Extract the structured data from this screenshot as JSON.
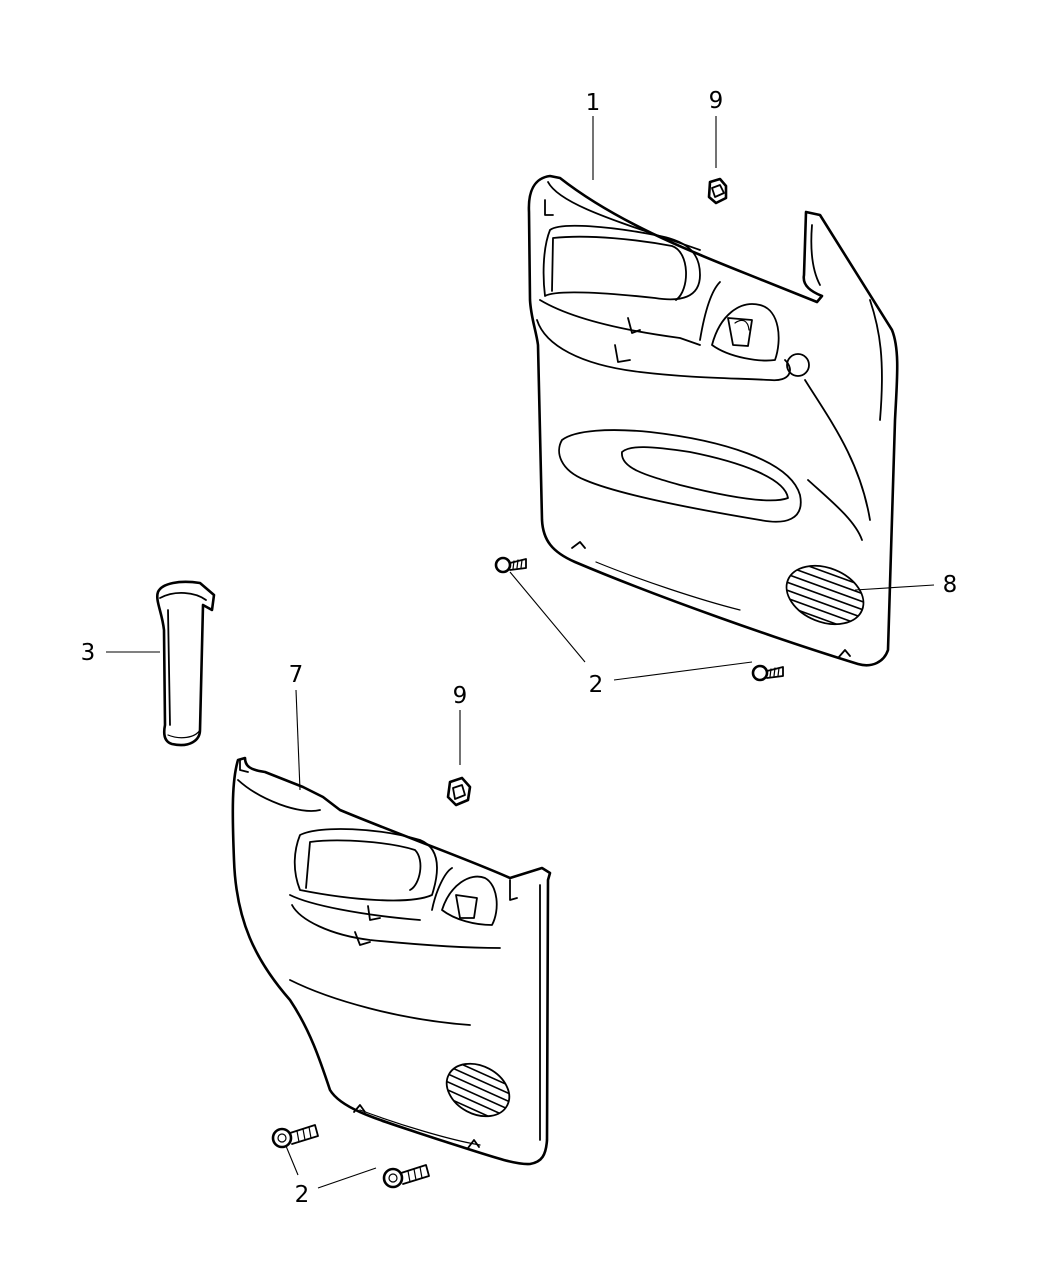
{
  "diagram": {
    "callouts": [
      {
        "id": "c1",
        "label": "1",
        "part": "front-door-trim-panel"
      },
      {
        "id": "c9a",
        "label": "9",
        "part": "clip-upper"
      },
      {
        "id": "c8",
        "label": "8",
        "part": "front-speaker-grille"
      },
      {
        "id": "c2a",
        "label": "2",
        "part": "front-panel-screws"
      },
      {
        "id": "c3",
        "label": "3",
        "part": "pillar-trim"
      },
      {
        "id": "c7",
        "label": "7",
        "part": "rear-door-trim-panel"
      },
      {
        "id": "c9b",
        "label": "9",
        "part": "clip-lower"
      },
      {
        "id": "c2b",
        "label": "2",
        "part": "rear-panel-screws"
      }
    ]
  }
}
